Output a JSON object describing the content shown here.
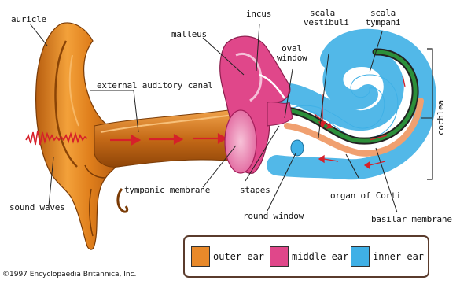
{
  "labels": {
    "auricle": "auricle",
    "incus": "incus",
    "scala_vestibuli": [
      "scala",
      "vestibuli"
    ],
    "scala_tympani": [
      "scala",
      "tympani"
    ],
    "malleus": "malleus",
    "oval_window": [
      "oval",
      "window"
    ],
    "external_auditory_canal": "external auditory canal",
    "cochlea": "cochlea",
    "sound_waves": "sound waves",
    "tympanic_membrane": "tympanic membrane",
    "stapes": "stapes",
    "organ_of_corti": "organ of Corti",
    "round_window": "round window",
    "basilar_membrane": "basilar membrane"
  },
  "legend": [
    {
      "label": "outer ear",
      "color": "#e8892a"
    },
    {
      "label": "middle ear",
      "color": "#e0478a"
    },
    {
      "label": "inner ear",
      "color": "#3fb0e6"
    }
  ],
  "copyright": "©1997 Encyclopaedia Britannica, Inc."
}
